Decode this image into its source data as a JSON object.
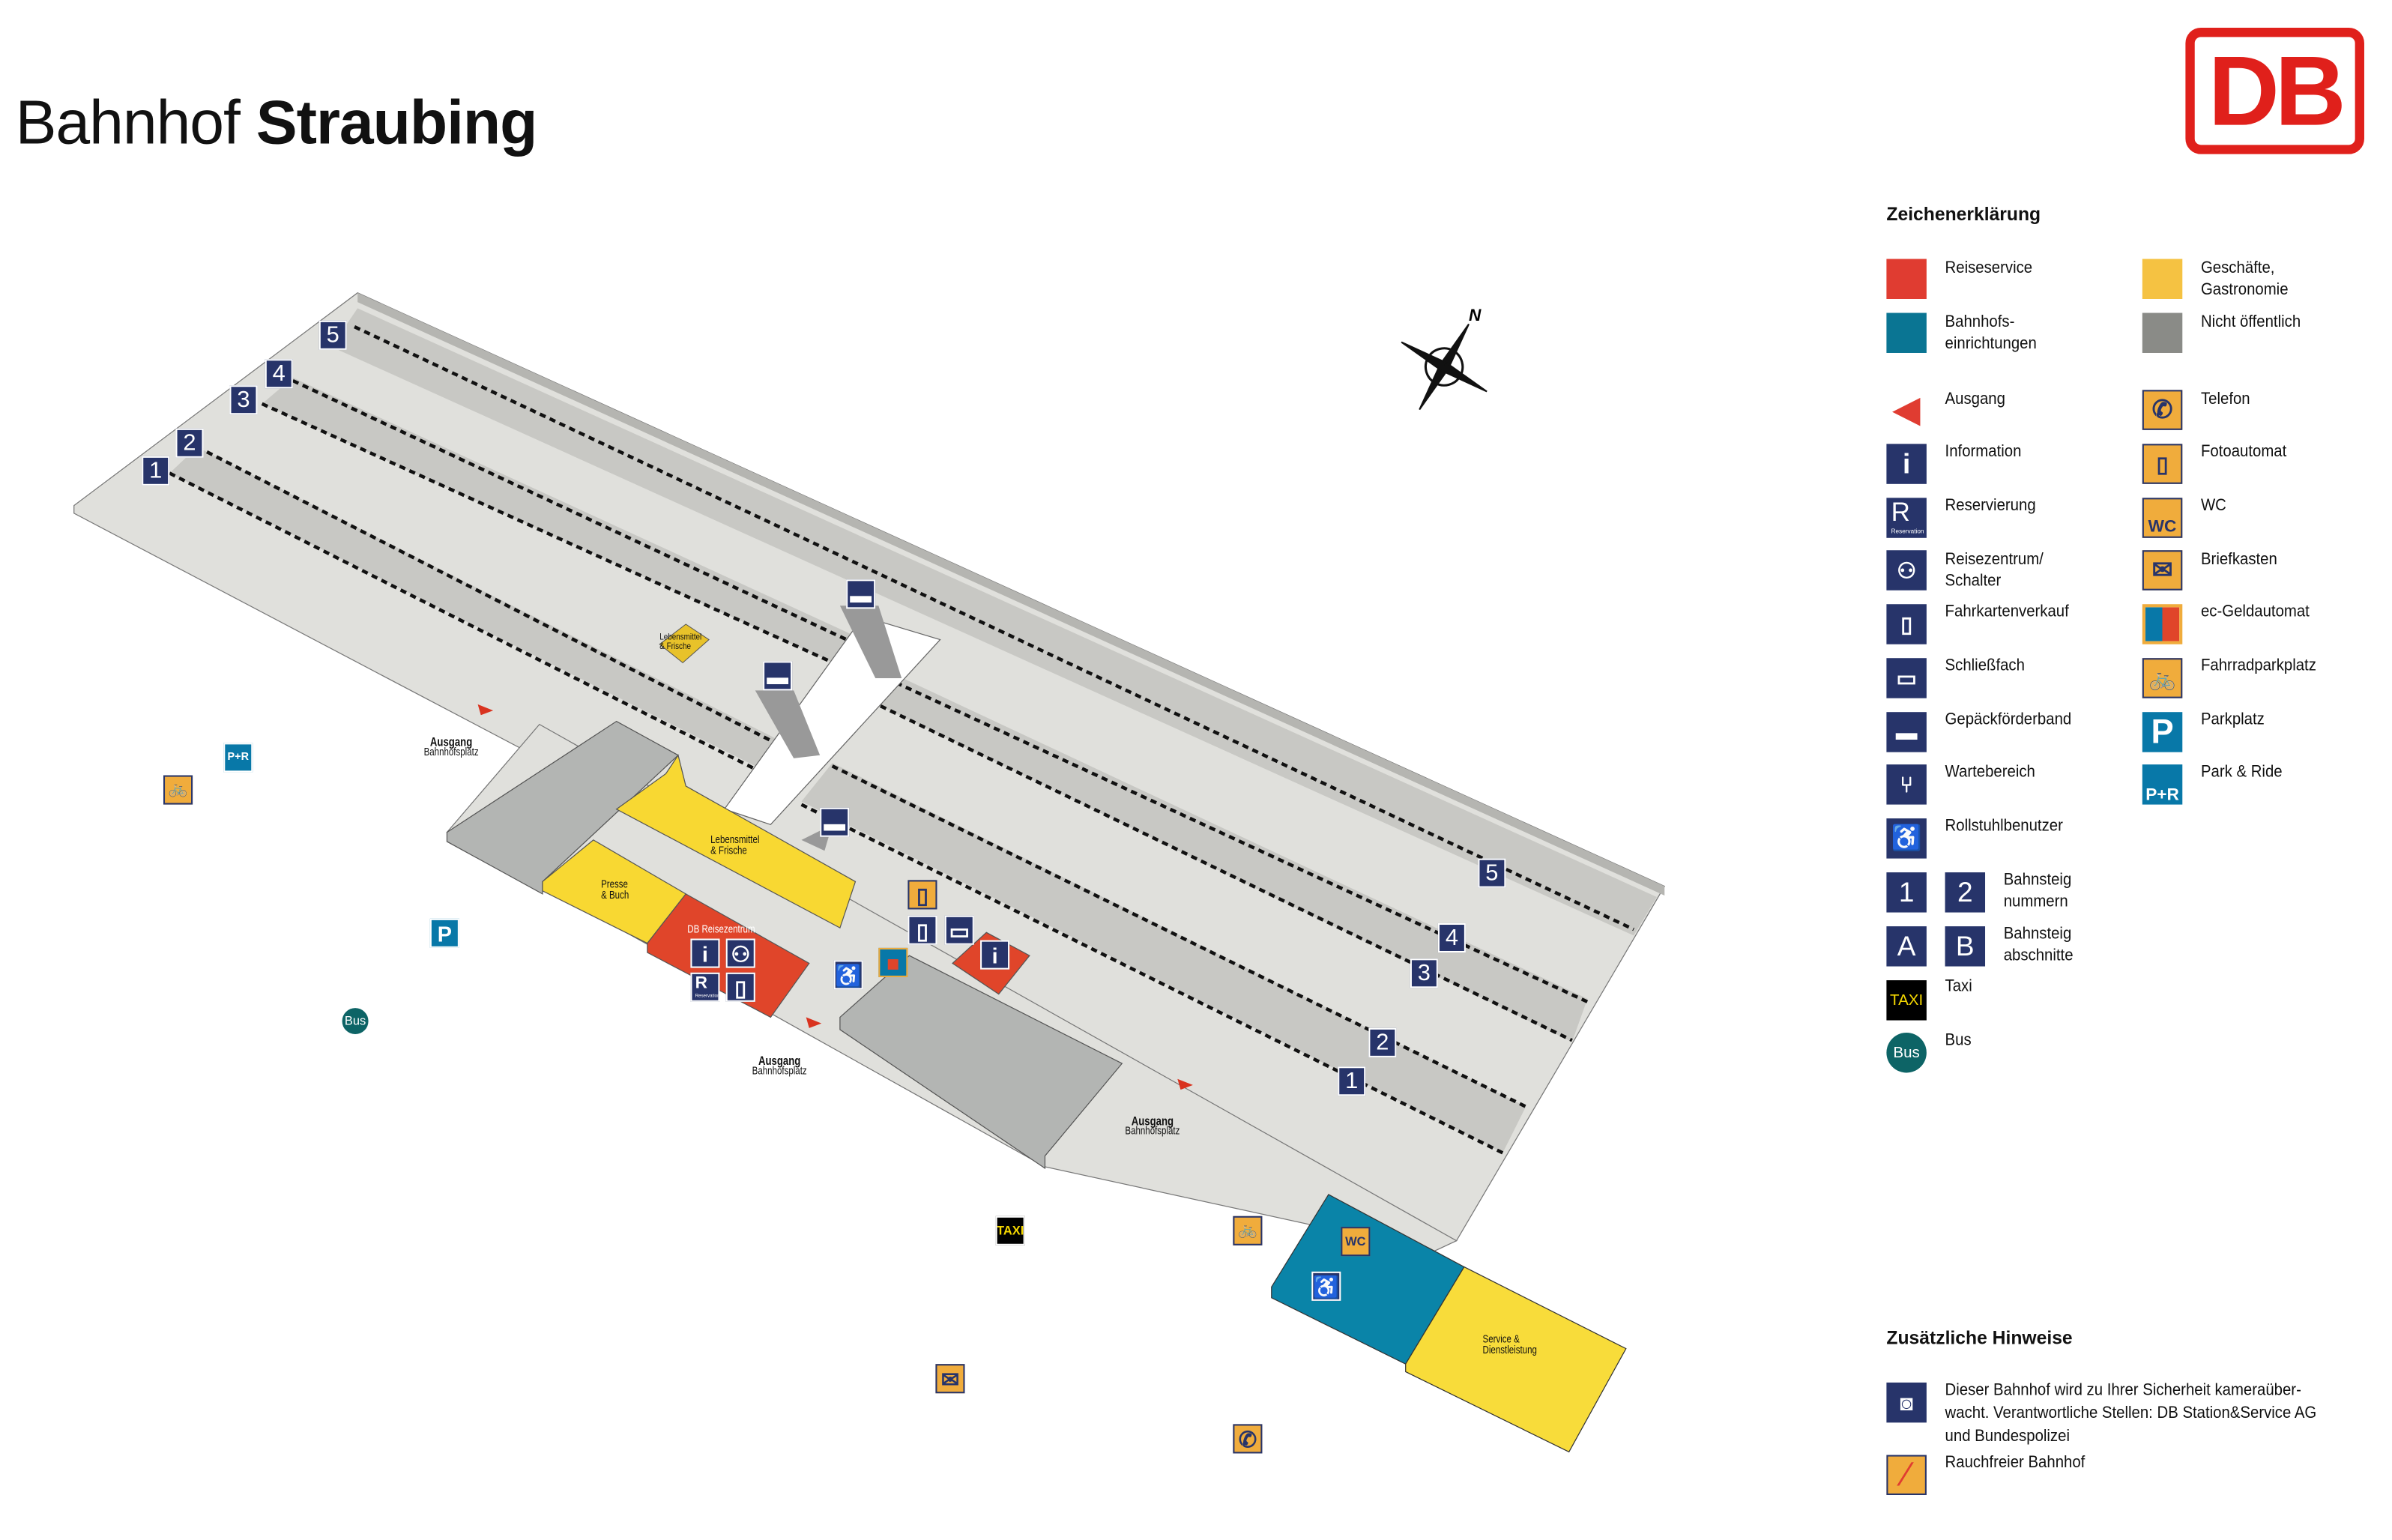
{
  "header": {
    "title_light": "Bahnhof",
    "title_bold": "Straubing",
    "logo_text": "DB"
  },
  "colors": {
    "reiseservice": "#e03c31",
    "bahnhofseinrichtungen": "#0a7593",
    "geschaefte": "#f5c242",
    "nicht_oeffentlich": "#8a8b87",
    "platform": "#e0e0dc",
    "track": "#c8c8c4",
    "navy": "#27346a",
    "icon_orange": "#f0ac3c"
  },
  "compass": {
    "north_label": "N"
  },
  "map": {
    "platforms_left": [
      "5",
      "4",
      "3",
      "2",
      "1"
    ],
    "platforms_right": [
      "5",
      "4",
      "3",
      "2",
      "1"
    ],
    "exits": [
      {
        "title": "Ausgang",
        "subtitle": "Bahnhofsplatz"
      },
      {
        "title": "Ausgang",
        "subtitle": "Bahnhofsplatz"
      },
      {
        "title": "Ausgang",
        "subtitle": "Bahnhofsplatz"
      }
    ],
    "shop_lebensmittel_platform": "Lebensmittel & Frische",
    "shop_lebensmittel": "Lebensmittel & Frische",
    "shop_presse": "Presse & Buch",
    "reisezentrum": "DB Reisezentrum",
    "service": "Service & Dienstleistung"
  },
  "glyphs": {
    "info": "i",
    "reservierung": "R",
    "parkplatz": "P",
    "park_ride": "P+R",
    "wc": "WC",
    "taxi": "TAXI",
    "bus": "Bus",
    "reservation_small": "Reservation"
  },
  "legend": {
    "title": "Zeichenerklärung",
    "left": [
      {
        "icon": "red-swatch",
        "label": "Reiseservice"
      },
      {
        "icon": "teal-swatch",
        "label": "Bahnhofs-\neinrichtungen"
      },
      {
        "icon": "exit-triangle",
        "label": "Ausgang"
      },
      {
        "icon": "information-icon",
        "label": "Information"
      },
      {
        "icon": "reservation-icon",
        "label": "Reservierung"
      },
      {
        "icon": "travel-center-icon",
        "label": "Reisezentrum/\nSchalter"
      },
      {
        "icon": "ticket-machine-icon",
        "label": "Fahrkartenverkauf"
      },
      {
        "icon": "locker-icon",
        "label": "Schließfach"
      },
      {
        "icon": "luggage-conveyor-icon",
        "label": "Gepäckförderband"
      },
      {
        "icon": "waiting-area-icon",
        "label": "Wartebereich"
      },
      {
        "icon": "wheelchair-icon",
        "label": "Rollstuhlbenutzer"
      },
      {
        "icon": "platform-number-icon",
        "label": "Bahnsteig\nnummern",
        "samples": [
          "1",
          "2"
        ]
      },
      {
        "icon": "platform-section-icon",
        "label": "Bahnsteig\nabschnitte",
        "samples": [
          "A",
          "B"
        ]
      },
      {
        "icon": "taxi-icon",
        "label": "Taxi"
      },
      {
        "icon": "bus-icon",
        "label": "Bus"
      }
    ],
    "right": [
      {
        "icon": "yellow-swatch",
        "label": "Geschäfte,\nGastronomie"
      },
      {
        "icon": "gray-swatch",
        "label": "Nicht öffentlich"
      },
      {
        "icon": "telephone-icon",
        "label": "Telefon"
      },
      {
        "icon": "photo-booth-icon",
        "label": "Fotoautomat"
      },
      {
        "icon": "wc-icon",
        "label": "WC"
      },
      {
        "icon": "mailbox-icon",
        "label": "Briefkasten"
      },
      {
        "icon": "ec-atm-icon",
        "label": "ec-Geldautomat"
      },
      {
        "icon": "bicycle-parking-icon",
        "label": "Fahrradparkplatz"
      },
      {
        "icon": "parking-icon",
        "label": "Parkplatz"
      },
      {
        "icon": "park-and-ride-icon",
        "label": "Park & Ride"
      }
    ]
  },
  "notes": {
    "title": "Zusätzliche Hinweise",
    "items": [
      {
        "icon": "cctv-icon",
        "text": "Dieser Bahnhof wird zu Ihrer Sicherheit kameraüber-\nwacht. Verantwortliche Stellen: DB Station&Service AG\nund Bundespolizei"
      },
      {
        "icon": "no-smoking-icon",
        "text": "Rauchfreier Bahnhof"
      }
    ]
  }
}
